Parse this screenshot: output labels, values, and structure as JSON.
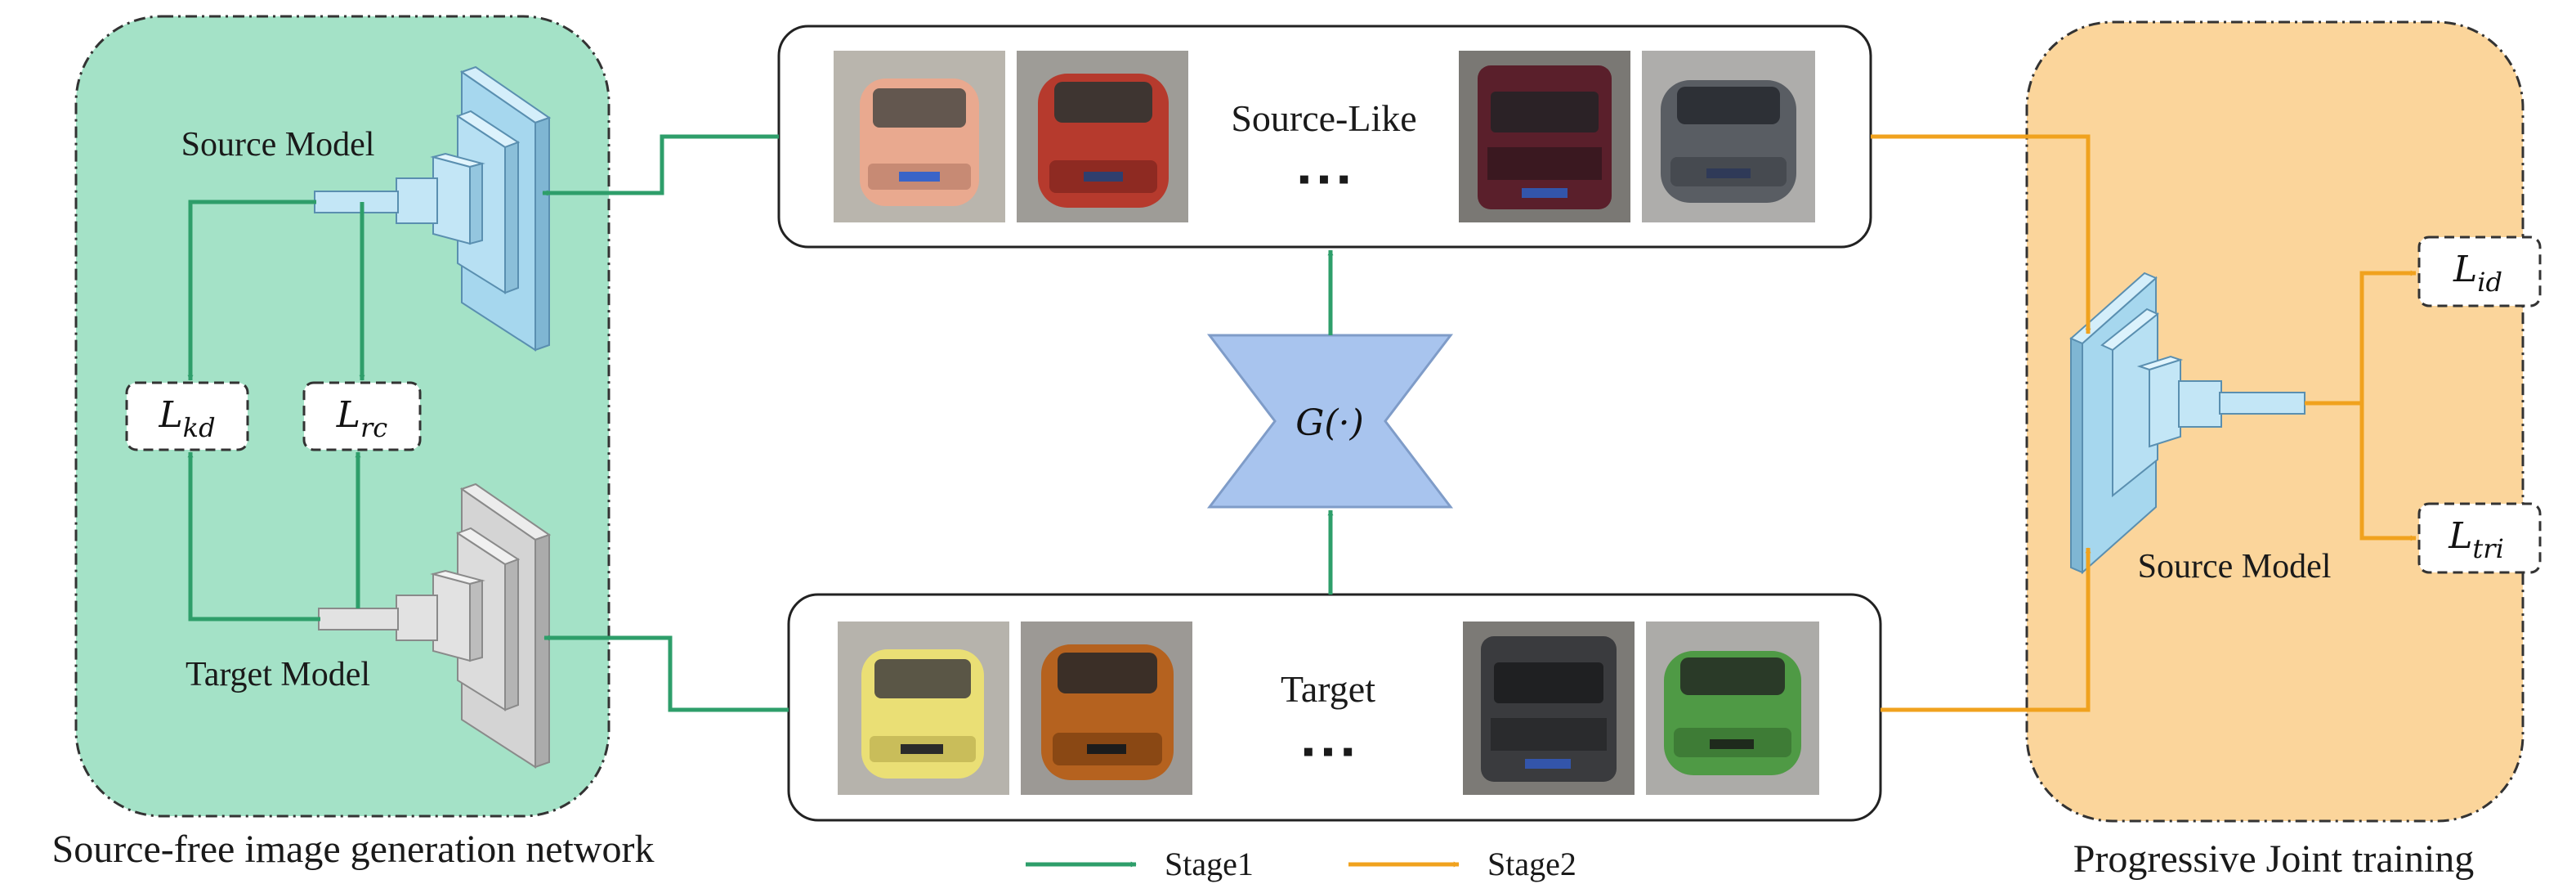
{
  "panels": {
    "left_caption": "Source-free image generation network",
    "right_caption": "Progressive Joint training"
  },
  "left_panel": {
    "source_model_label": "Source Model",
    "target_model_label": "Target Model",
    "loss_kd": {
      "base": "L",
      "sub": "kd"
    },
    "loss_rc": {
      "base": "L",
      "sub": "rc"
    }
  },
  "center": {
    "source_like_label": "Source-Like",
    "target_label": "Target",
    "ellipsis": "▪ ▪ ▪",
    "generator_label": "G(·)",
    "source_like_cars": [
      "peach-hatchback",
      "red-hatchback",
      "dark-red-van",
      "grey-sedan"
    ],
    "target_cars": [
      "yellow-hatchback",
      "orange-hatchback",
      "dark-van",
      "green-sedan"
    ]
  },
  "right_panel": {
    "source_model_label": "Source Model",
    "loss_id": {
      "base": "L",
      "sub": "id"
    },
    "loss_tri": {
      "base": "L",
      "sub": "tri"
    }
  },
  "legend": {
    "stage1_label": "Stage1",
    "stage2_label": "Stage2"
  },
  "colors": {
    "stage1": "#2e9e6a",
    "stage2": "#f0a21e",
    "left_panel_bg": "#a4e2c7",
    "right_panel_bg": "#fbd59b",
    "generator_fill": "#a8c4ee",
    "source_model_fill": "#a8d8ef",
    "target_model_fill": "#cfcfcf"
  }
}
